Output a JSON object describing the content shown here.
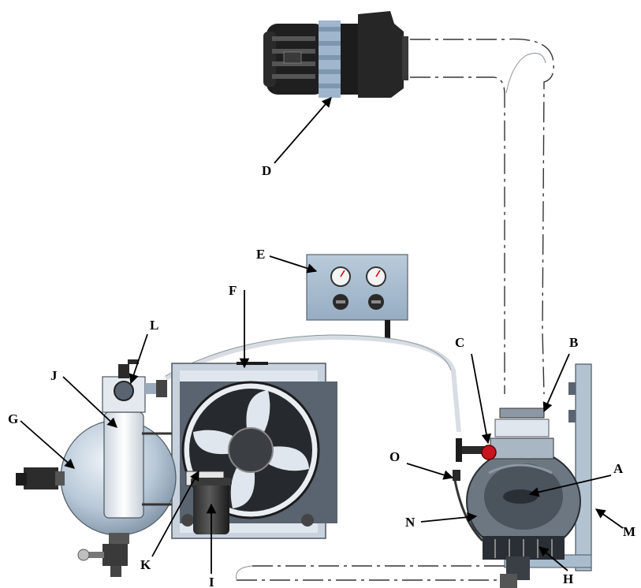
{
  "labels": {
    "A": "A",
    "B": "B",
    "C": "C",
    "D": "D",
    "E": "E",
    "F": "F",
    "G": "G",
    "H": "H",
    "I": "I",
    "J": "J",
    "K": "K",
    "L": "L",
    "M": "M",
    "N": "N",
    "O": "O"
  },
  "colors": {
    "metal_blue": "#a9bccd",
    "metal_dark": "#4d5661",
    "black": "#1c1c1c",
    "valve_red": "#c8141e",
    "hose": "#d8dde3"
  }
}
